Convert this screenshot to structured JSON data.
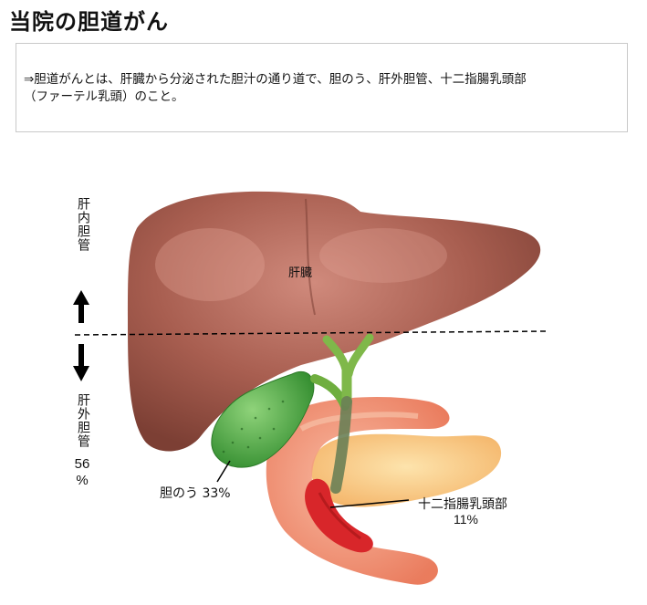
{
  "page": {
    "title": "当院の胆道がん",
    "definition_line1": "⇒胆道がんとは、肝臓から分泌された胆汁の通り道で、胆のう、肝外胆管、十二指腸乳頭部",
    "definition_line2": "（ファーテル乳頭）のこと。"
  },
  "diagram": {
    "intrahepatic_label": "肝内胆管",
    "extrahepatic_label": "肝外胆管",
    "extrahepatic_pct_num": "56",
    "extrahepatic_pct_sign": "%",
    "liver_label": "肝臓",
    "gallbladder_label": "胆のう 33%",
    "papilla_label": "十二指腸乳頭部",
    "papilla_pct": "11%",
    "colors": {
      "liver": "#a0574a",
      "gallbladder": "#3fa33a",
      "bile_duct": "#7fb84a",
      "duodenum": "#f0896a",
      "pancreas": "#f7c27a",
      "tumor": "#d8262a"
    }
  }
}
